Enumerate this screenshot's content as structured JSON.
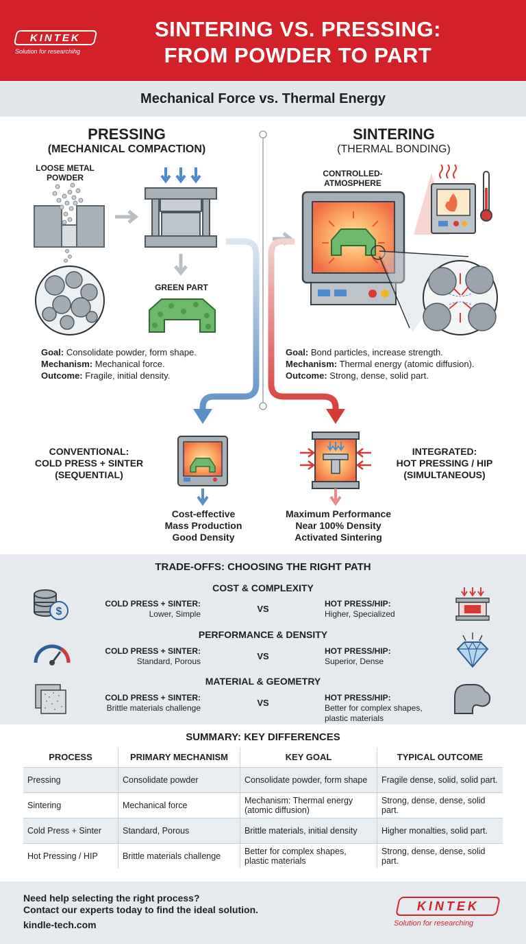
{
  "header": {
    "logo": "KINTEK",
    "logo_tagline": "Solution for researchihg",
    "title_line1": "SINTERING VS. PRESSING:",
    "title_line2": "FROM POWDER TO PART",
    "subtitle": "Mechanical Force vs. Thermal Energy"
  },
  "pressing": {
    "title": "PRESSING",
    "subtitle": "(MECHANICAL COMPACTION)",
    "powder_label_1": "LOOSE METAL",
    "powder_label_2": "POWDER",
    "green_label": "GREEN PART",
    "goal_label": "Goal:",
    "goal": " Consolidate powder, form shape.",
    "mechanism_label": "Mechanism:",
    "mechanism": " Mechanical force.",
    "outcome_label": "Outcome:",
    "outcome": " Fragile, initial density."
  },
  "sintering": {
    "title": "SINTERING",
    "subtitle": "(THERMAL BONDING)",
    "furnace_label_1": "CONTROLLED-",
    "furnace_label_2": "ATMOSPHERE",
    "goal_label": "Goal:",
    "goal": " Bond particles, increase strength.",
    "mechanism_label": "Mechanism:",
    "mechanism": " Thermal energy (atomic diffusion).",
    "outcome_label": "Outcome:",
    "outcome": " Strong, dense, solid part."
  },
  "routes": {
    "conventional_1": "CONVENTIONAL:",
    "conventional_2": "COLD PRESS + SINTER",
    "conventional_3": "(SEQUENTIAL)",
    "integrated_1": "INTEGRATED:",
    "integrated_2": "HOT PRESSING / HIP",
    "integrated_3": "(SIMULTANEOUS)",
    "conv_out_1": "Cost-effective",
    "conv_out_2": "Mass Production",
    "conv_out_3": "Good Density",
    "int_out_1": "Maximum Performance",
    "int_out_2": "Near 100% Density",
    "int_out_3": "Activated Sintering"
  },
  "tradeoffs": {
    "title": "TRADE-OFFS: CHOOSING THE RIGHT PATH",
    "vs": "VS",
    "rows": [
      {
        "title": "COST & COMPLEXITY",
        "left_head": "COLD PRESS + SINTER:",
        "left": "Lower, Simple",
        "right_head": "HOT PRESS/HIP:",
        "right": "Higher, Specialized"
      },
      {
        "title": "PERFORMANCE & DENSITY",
        "left_head": "COLD PRESS + SINTER:",
        "left": "Standard, Porous",
        "right_head": "HOT PRESS/HIP:",
        "right": "Superior, Dense"
      },
      {
        "title": "MATERIAL & GEOMETRY",
        "left_head": "COLD PRESS + SINTER:",
        "left": "Brittle materials challenge",
        "right_head": "HOT PRESS/HIP:",
        "right": "Better for complex shapes, plastic materials"
      }
    ]
  },
  "summary": {
    "title": "SUMMARY: KEY DIFFERENCES",
    "headers": [
      "PROCESS",
      "PRIMARY MECHANISM",
      "KEY GOAL",
      "TYPICAL OUTCOME"
    ],
    "rows": [
      [
        "Pressing",
        "Consolidate powder",
        "Consolidate powder, form shape",
        "Fragile dense, solid, solid part."
      ],
      [
        "Sintering",
        "Mechanical force",
        "Mechanism: Thermal energy (atomic diffusion)",
        "Strong, dense, dense, solid part."
      ],
      [
        "Cold Press + Sinter",
        "Standard, Porous",
        "Brittle materials, initial density",
        "Higher monalties, solid part."
      ],
      [
        "Hot Pressing / HIP",
        "Brittle materials challenge",
        "Better for complex shapes, plastic materials",
        "Strong, dense, dense, solid part."
      ]
    ]
  },
  "footer": {
    "question": "Need help selecting the right process?",
    "cta": "Contact our experts today to find the ideal solution.",
    "url": "kindle-tech.com",
    "logo": "KINTEK",
    "logo_tagline": "Solution for researching"
  },
  "colors": {
    "brand_red": "#d3212a",
    "steel": "#9aa3ab",
    "flow_blue": "#5a8fc6",
    "flow_red": "#d63a35",
    "green_part": "#6db86a"
  }
}
